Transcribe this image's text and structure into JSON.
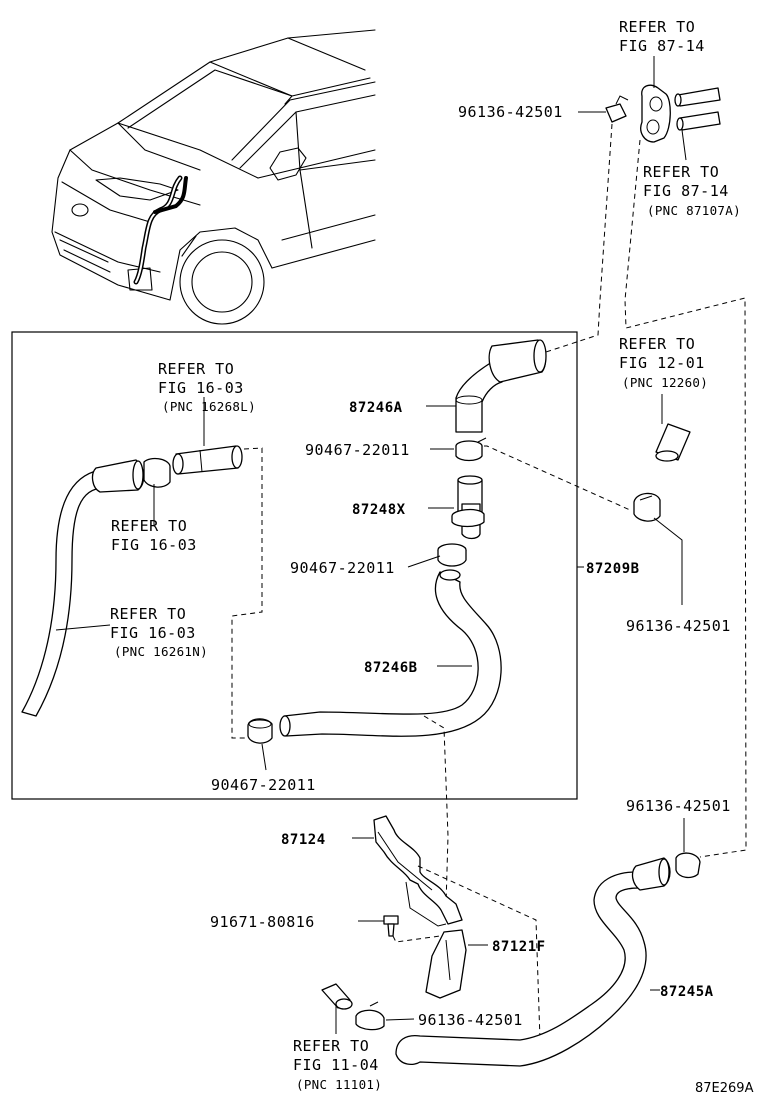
{
  "labels": {
    "refer_87_14_top": [
      "REFER TO",
      "FIG 87-14"
    ],
    "refer_87_14_right": [
      "REFER TO",
      "FIG 87-14",
      "(PNC 87107A)"
    ],
    "refer_12_01": [
      "REFER TO",
      "FIG 12-01",
      "(PNC 12260)"
    ],
    "refer_16_03_a": [
      "REFER TO",
      "FIG 16-03",
      "(PNC 16268L)"
    ],
    "refer_16_03_b": [
      "REFER TO",
      "FIG 16-03"
    ],
    "refer_16_03_c": [
      "REFER TO",
      "FIG 16-03",
      "(PNC 16261N)"
    ],
    "refer_11_04": [
      "REFER TO",
      "FIG 11-04",
      "(PNC 11101)"
    ]
  },
  "parts": {
    "clamp_top": "96136-42501",
    "hose_87246a": "87246A",
    "clip_1": "90467-22011",
    "joint_87248x": "87248X",
    "clip_2": "90467-22011",
    "assy_87209b": "87209B",
    "clamp_right_mid": "96136-42501",
    "hose_87246b": "87246B",
    "clip_3": "90467-22011",
    "clamp_right_low": "96136-42501",
    "bracket_87124": "87124",
    "bolt_91671": "91671-80816",
    "bracket_87121f": "87121F",
    "hose_87245a": "87245A",
    "clamp_bottom": "96136-42501"
  },
  "figure_id": "87E269A"
}
